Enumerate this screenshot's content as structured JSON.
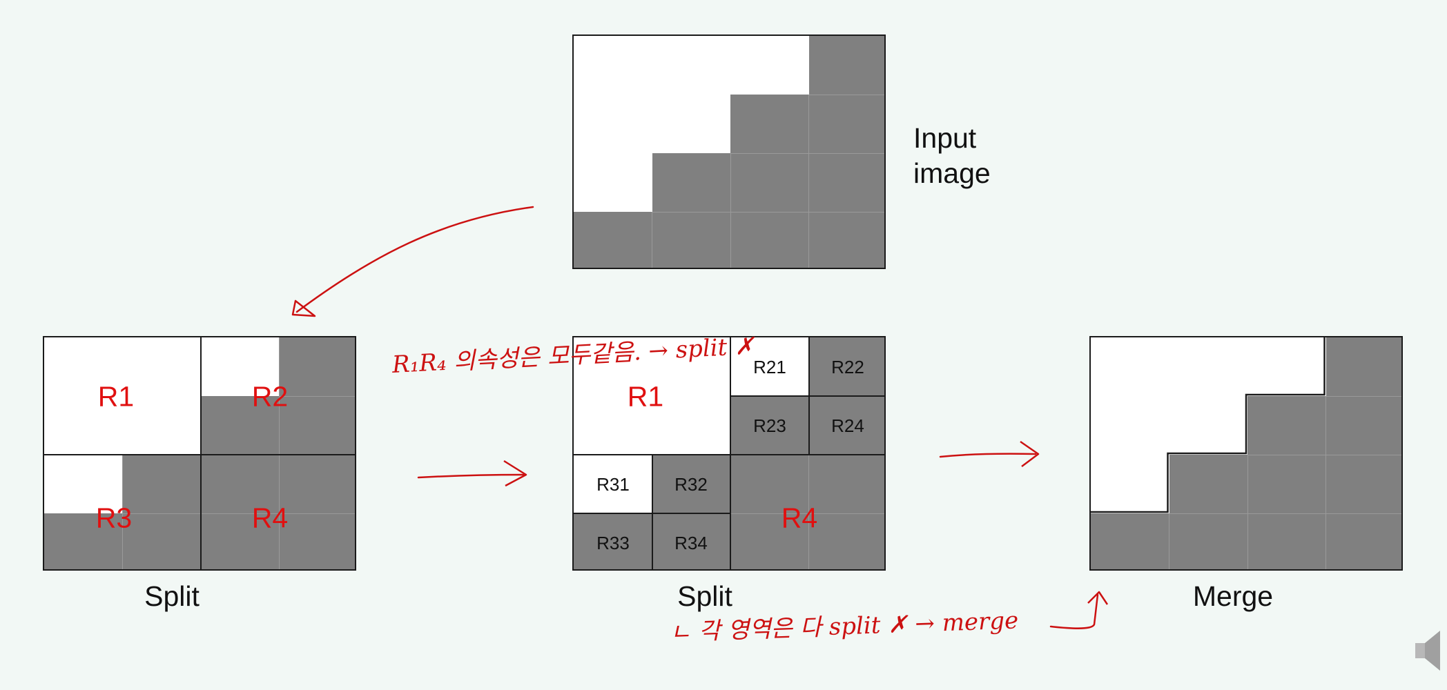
{
  "colors": {
    "background": "#f2f8f5",
    "gray_pixel": "#808080",
    "annotation": "#e01010"
  },
  "input_panel": {
    "caption_line1": "Input",
    "caption_line2": "image"
  },
  "split1_panel": {
    "caption": "Split",
    "labels": {
      "r1": "R1",
      "r2": "R2",
      "r3": "R3",
      "r4": "R4"
    }
  },
  "split2_panel": {
    "caption": "Split",
    "labels": {
      "r1": "R1",
      "r4": "R4",
      "r21": "R21",
      "r22": "R22",
      "r23": "R23",
      "r24": "R24",
      "r31": "R31",
      "r32": "R32",
      "r33": "R33",
      "r34": "R34"
    }
  },
  "merge_panel": {
    "caption": "Merge"
  },
  "annotations": {
    "note_top": "R₁R₄ 의속성은 모두같음. → split ✗",
    "note_bottom": "ㄴ 각 영역은 다 split ✗ → merge"
  },
  "icons": {
    "speaker": "speaker-icon"
  }
}
